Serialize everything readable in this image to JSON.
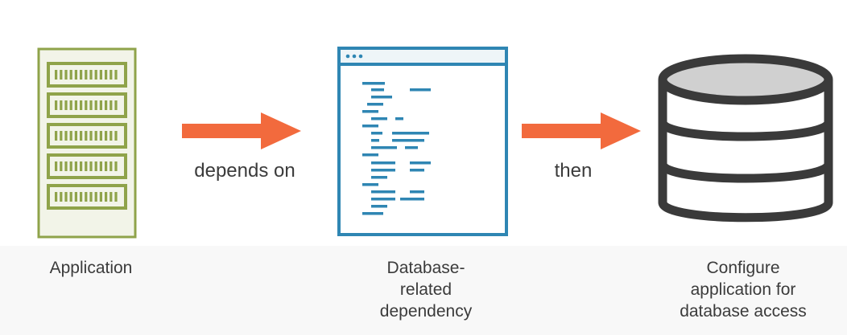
{
  "nodes": {
    "application": {
      "label": "Application",
      "icon": "server-rack-icon",
      "color": "#8fa34a"
    },
    "dependency": {
      "label": "Database-\nrelated\ndependency",
      "icon": "code-window-icon",
      "color": "#2f86b3"
    },
    "database": {
      "label": "Configure\napplication for\ndatabase access",
      "icon": "database-icon",
      "color": "#3a3a3a",
      "fill": "#d0d0d0"
    }
  },
  "edges": [
    {
      "from": "application",
      "to": "dependency",
      "label": "depends on",
      "color": "#f26a3d"
    },
    {
      "from": "dependency",
      "to": "database",
      "label": "then",
      "color": "#f26a3d"
    }
  ]
}
